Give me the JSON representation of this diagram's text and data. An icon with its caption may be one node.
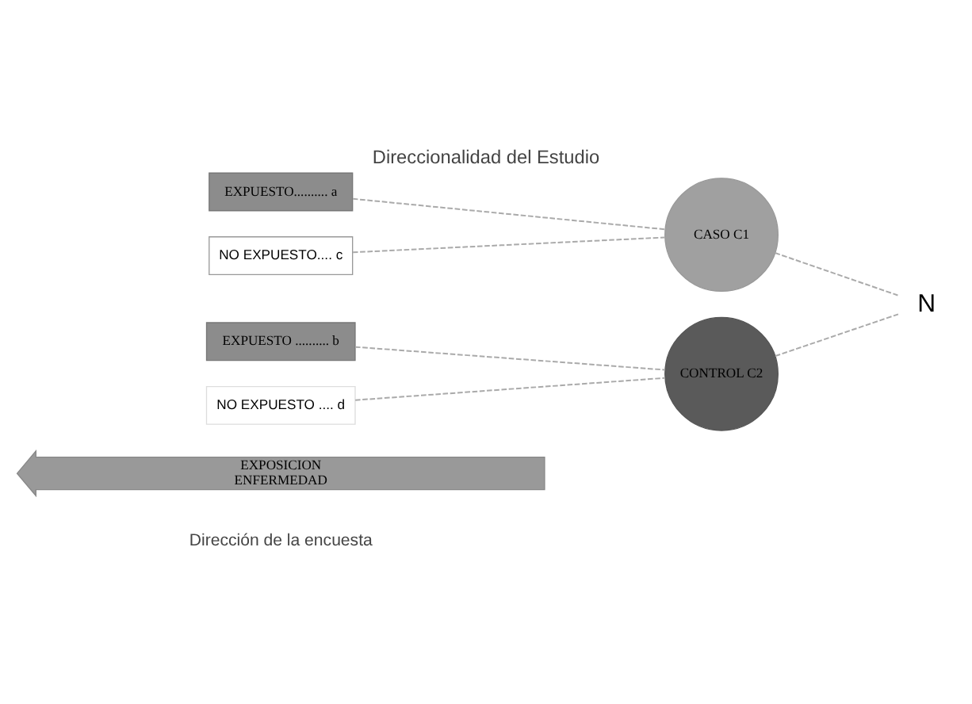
{
  "diagram": {
    "title": "Direccionalidad del Estudio",
    "nodes": [
      {
        "text": [
          "EXPOSICION",
          "ENFERMEDAD"
        ]
      },
      {
        "text": [
          "EXPUESTO.......... a"
        ]
      },
      {
        "text": [
          "NO EXPUESTO.... c"
        ]
      },
      {
        "text": [
          "CASO C1"
        ]
      },
      {
        "text": [
          "EXPUESTO .......... b"
        ]
      },
      {
        "text": [
          "NO EXPUESTO .... d"
        ]
      },
      {
        "text": [
          "CONTROL C2"
        ]
      },
      {
        "text": [
          "N"
        ]
      }
    ],
    "edges": [
      {
        "from": 1,
        "to": 3,
        "arrow": "none",
        "style": "dashed"
      },
      {
        "from": 2,
        "to": 3,
        "arrow": "none",
        "style": "dashed"
      },
      {
        "from": 4,
        "to": 6,
        "arrow": "none",
        "style": "dashed"
      },
      {
        "from": 5,
        "to": 6,
        "arrow": "none",
        "style": "dashed"
      },
      {
        "from": 3,
        "to": 7,
        "arrow": "none",
        "style": "dashed"
      },
      {
        "from": 6,
        "to": 7,
        "arrow": "none",
        "style": "dashed"
      }
    ],
    "labels": [
      "Dirección de la encuesta"
    ]
  }
}
